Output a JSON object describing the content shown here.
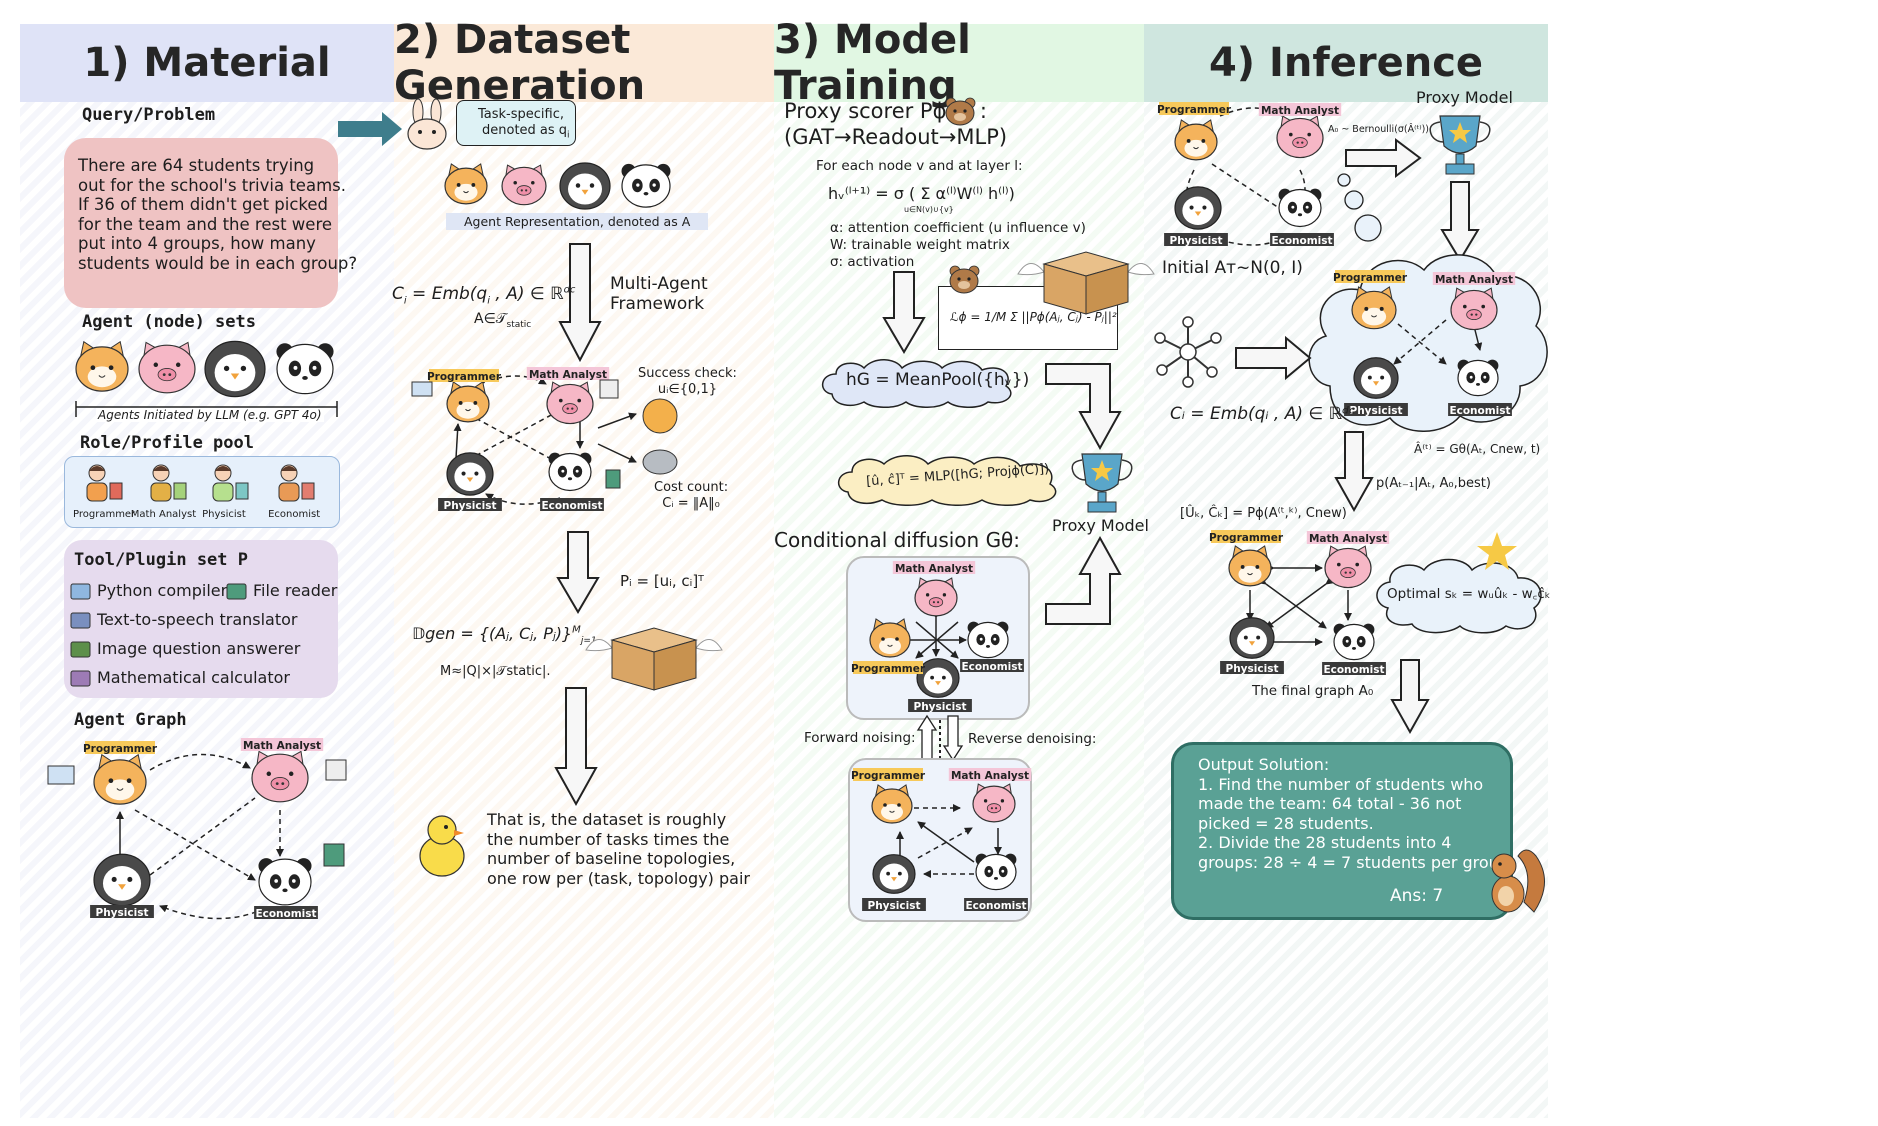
{
  "headers": {
    "material": "1) Material",
    "dataset": "2) Dataset Generation",
    "training": "3) Model Training",
    "inference": "4) Inference"
  },
  "material": {
    "query_title": "Query/Problem",
    "query_lines": [
      "There are 64 students trying",
      "out for the school's trivia teams.",
      "If 36 of them didn't get picked",
      "for the team and the rest were",
      "put into 4 groups, how many",
      "students would be in each group?"
    ],
    "agent_sets_title": "Agent (node) sets",
    "agents_caption": "Agents Initiated by LLM (e.g. GPT 4o)",
    "role_pool_title": "Role/Profile pool",
    "roles": [
      "Programmer",
      "Math Analyst",
      "Physicist",
      "Economist"
    ],
    "tool_title": "Tool/Plugin set P",
    "tools": [
      "Python compiler",
      "File reader",
      "Text-to-speech translator",
      "Image question answerer",
      "Mathematical calculator"
    ],
    "agent_graph_title": "Agent Graph"
  },
  "dataset": {
    "task_box_line1": "Task-specific,",
    "task_box_line2": "denoted as q",
    "task_box_sub": "i",
    "agent_rep": "Agent Representation, denoted as A",
    "ci_formula": "C",
    "ci_formula_rest": " = Emb(q",
    "ci_formula_rest2": " , A) ∈ ℝ",
    "ci_formula_sup": "dc",
    "a_in": "A∈𝒯",
    "a_in_sub": "static",
    "multi_agent_line1": "Multi-Agent",
    "multi_agent_line2": "Framework",
    "success_line1": "Success check:",
    "success_line2": "uᵢ∈{0,1}",
    "cost_line1": "Cost count:",
    "cost_line2": "Cᵢ = ‖A‖₀",
    "pi_formula": "Pᵢ = [uᵢ, cᵢ]ᵀ",
    "dgen_formula": "𝔻gen = {(Aⱼ, Cⱼ, Pⱼ)}",
    "dgen_sup": "M",
    "dgen_sub": "j=1",
    "m_formula": "M≈|Q|×|𝒯static|.",
    "conclusion_lines": [
      "That is, the dataset is roughly",
      "the number of tasks times the",
      "number of baseline topologies,",
      "one row per (task, topology) pair"
    ]
  },
  "training": {
    "proxy_title_line1": "Proxy scorer Pϕ",
    "proxy_title_line2": "(GAT→Readout→MLP)",
    "each_node": "For each node v and at layer l:",
    "h_formula": "hᵥ⁽ˡ⁺¹⁾ = σ ( Σ α⁽ˡ⁾W⁽ˡ⁾ h⁽ˡ⁾)",
    "h_sub": "u∈N(v)∪{v}",
    "alpha_def": "α: attention coefficient (u  influence v)",
    "w_def": "W: trainable weight matrix",
    "sigma_def": "σ: activation",
    "loss_formula": "ℒϕ = 1/M Σ ||Pϕ(Aⱼ, Cⱼ) - Pⱼ||²",
    "hg": "hG = MeanPool({hᵥ})",
    "mlp": "[û, ĉ]ᵀ = MLP([hG; Projϕ(C)])",
    "proxy_model": "Proxy Model",
    "cond_diffusion": "Conditional diffusion Gθ:",
    "forward": "Forward noising:",
    "reverse": "Reverse denoising:"
  },
  "inference": {
    "proxy_model": "Proxy Model",
    "bernoulli": "A₀ ~ Bernoulli(σ(Â⁽ᵗ⁾))",
    "initial": "Initial Aᴛ~N(0, I)",
    "ci_formula": "Cᵢ = Emb(qᵢ , A) ∈ ℝᵈᶜ",
    "ahat": "Â⁽ᵗ⁾ = Gθ(Aₜ, Cnew, t)",
    "p_formula": "p(Aₜ₋₁|Aₜ, A₀,best)",
    "uc_formula": "[Ûₖ, Ĉₖ] = Pϕ(A⁽ᵗ,ᵏ⁾, Cnew)",
    "optimal": "Optimal sₖ = wᵤûₖ - w꜀ĉₖ",
    "final_graph": "The final graph A₀",
    "output_lines": [
      "Output Solution:",
      "1. Find the number of students who",
      "made the team: 64 total - 36 not",
      "picked = 28 students.",
      "2. Divide the 28 students into 4",
      "groups: 28 ÷ 4 = 7 students per group."
    ],
    "answer": "Ans: 7"
  },
  "colors": {
    "hdr_material": "#dfe3f7",
    "hdr_dataset": "#fbe9d8",
    "hdr_training": "#e1f7e3",
    "hdr_inference": "#cfe6df",
    "query_box": "#efc3c3",
    "tool_box": "#e6dbee",
    "role_box": "#e6f0fb",
    "output_box": "#5aa195",
    "cat": "#f4b35c",
    "pig": "#f6b7c6",
    "penguin": "#4a4a4a",
    "panda": "#ffffff"
  }
}
